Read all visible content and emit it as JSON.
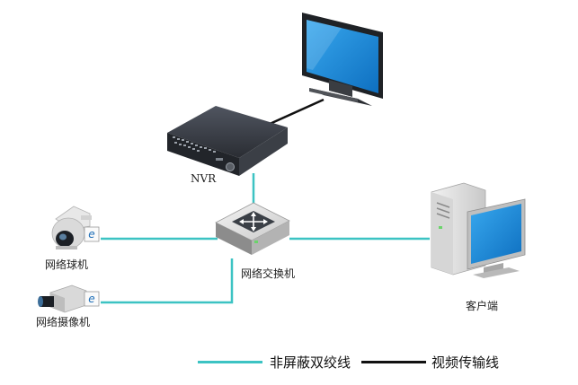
{
  "labels": {
    "nvr": "NVR",
    "switch": "网络交换机",
    "dome_camera": "网络球机",
    "box_camera": "网络摄像机",
    "client": "客户端"
  },
  "legend": {
    "utp": {
      "text": "非屏蔽双绞线",
      "color": "#3cc3c3"
    },
    "video": {
      "text": "视频传输线",
      "color": "#111111"
    }
  },
  "colors": {
    "network_cable": "#3cc3c3",
    "video_cable": "#111111",
    "screen": "#1a86d6"
  },
  "icons": {
    "monitor": "monitor-icon",
    "nvr": "nvr-icon",
    "switch": "switch-icon",
    "dome_camera": "dome-camera-icon",
    "box_camera": "box-camera-icon",
    "client": "client-pc-icon",
    "ie_badge": "ie-icon"
  }
}
